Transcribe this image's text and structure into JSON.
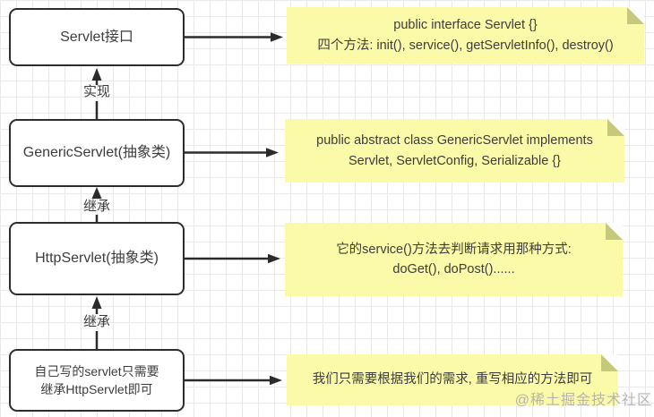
{
  "canvas": {
    "watermark": "@稀土掘金技术社区",
    "colors": {
      "note_bg": "#fafaa8",
      "note_fold": "#c6c97c",
      "box_border": "#2d2d2d",
      "arrow": "#2b2b2b",
      "grid_line": "#e9e9e9",
      "text": "#3d3d3d",
      "watermark_color": "#b4b4b4"
    }
  },
  "diagram": {
    "boxes": [
      {
        "id": "servlet-interface",
        "text": "Servlet接口"
      },
      {
        "id": "generic-servlet",
        "text": "GenericServlet(抽象类)"
      },
      {
        "id": "http-servlet",
        "text": "HttpServlet(抽象类)"
      },
      {
        "id": "custom-servlet",
        "text": "自己写的servlet只需要\n继承HttpServlet即可"
      }
    ],
    "notes": [
      {
        "text": "public interface Servlet {}\n四个方法: init(), service(), getServletInfo(), destroy()"
      },
      {
        "text": "public abstract class GenericServlet implements\nServlet, ServletConfig, Serializable {}"
      },
      {
        "text": "它的service()方法去判断请求用那种方式:\ndoGet(), doPost()......"
      },
      {
        "text": "我们只需要根据我们的需求, 重写相应的方法即可"
      }
    ],
    "edge_labels": [
      {
        "text": "实现"
      },
      {
        "text": "继承"
      },
      {
        "text": "继承"
      }
    ]
  }
}
